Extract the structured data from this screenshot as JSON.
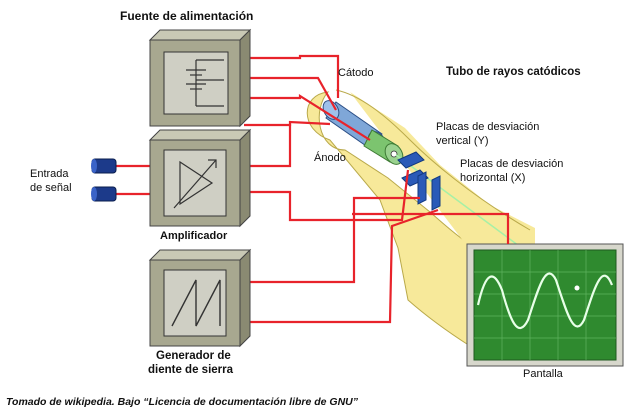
{
  "labels": {
    "power_supply": "Fuente de alimentación",
    "crt_title": "Tubo de rayos catódicos",
    "cathode": "Cátodo",
    "anode": "Ánodo",
    "vertical_plates_line1": "Placas de desviación",
    "vertical_plates_line2": "vertical (Y)",
    "horizontal_plates_line1": "Placas de desviación",
    "horizontal_plates_line2": "horizontal (X)",
    "signal_input_line1": "Entrada",
    "signal_input_line2": "de señal",
    "amplifier": "Amplificador",
    "sawtooth_line1": "Generador de",
    "sawtooth_line2": "diente de sierra",
    "screen": "Pantalla"
  },
  "caption": "Tomado de wikipedia. Bajo “Licencia de documentación libre de GNU”",
  "colors": {
    "block_fill": "#a8a890",
    "block_face": "#cfcfc4",
    "wire": "#e8232b",
    "tube_fill": "#f7e99a",
    "screen_bg": "#2f8a2f",
    "trace": "#e8ffe8",
    "plates": "#2a5ab8",
    "beam": "#a6f0a6"
  },
  "icons": [
    "battery-symbol",
    "amplifier-symbol",
    "sawtooth-symbol",
    "signal-connector-icon"
  ]
}
